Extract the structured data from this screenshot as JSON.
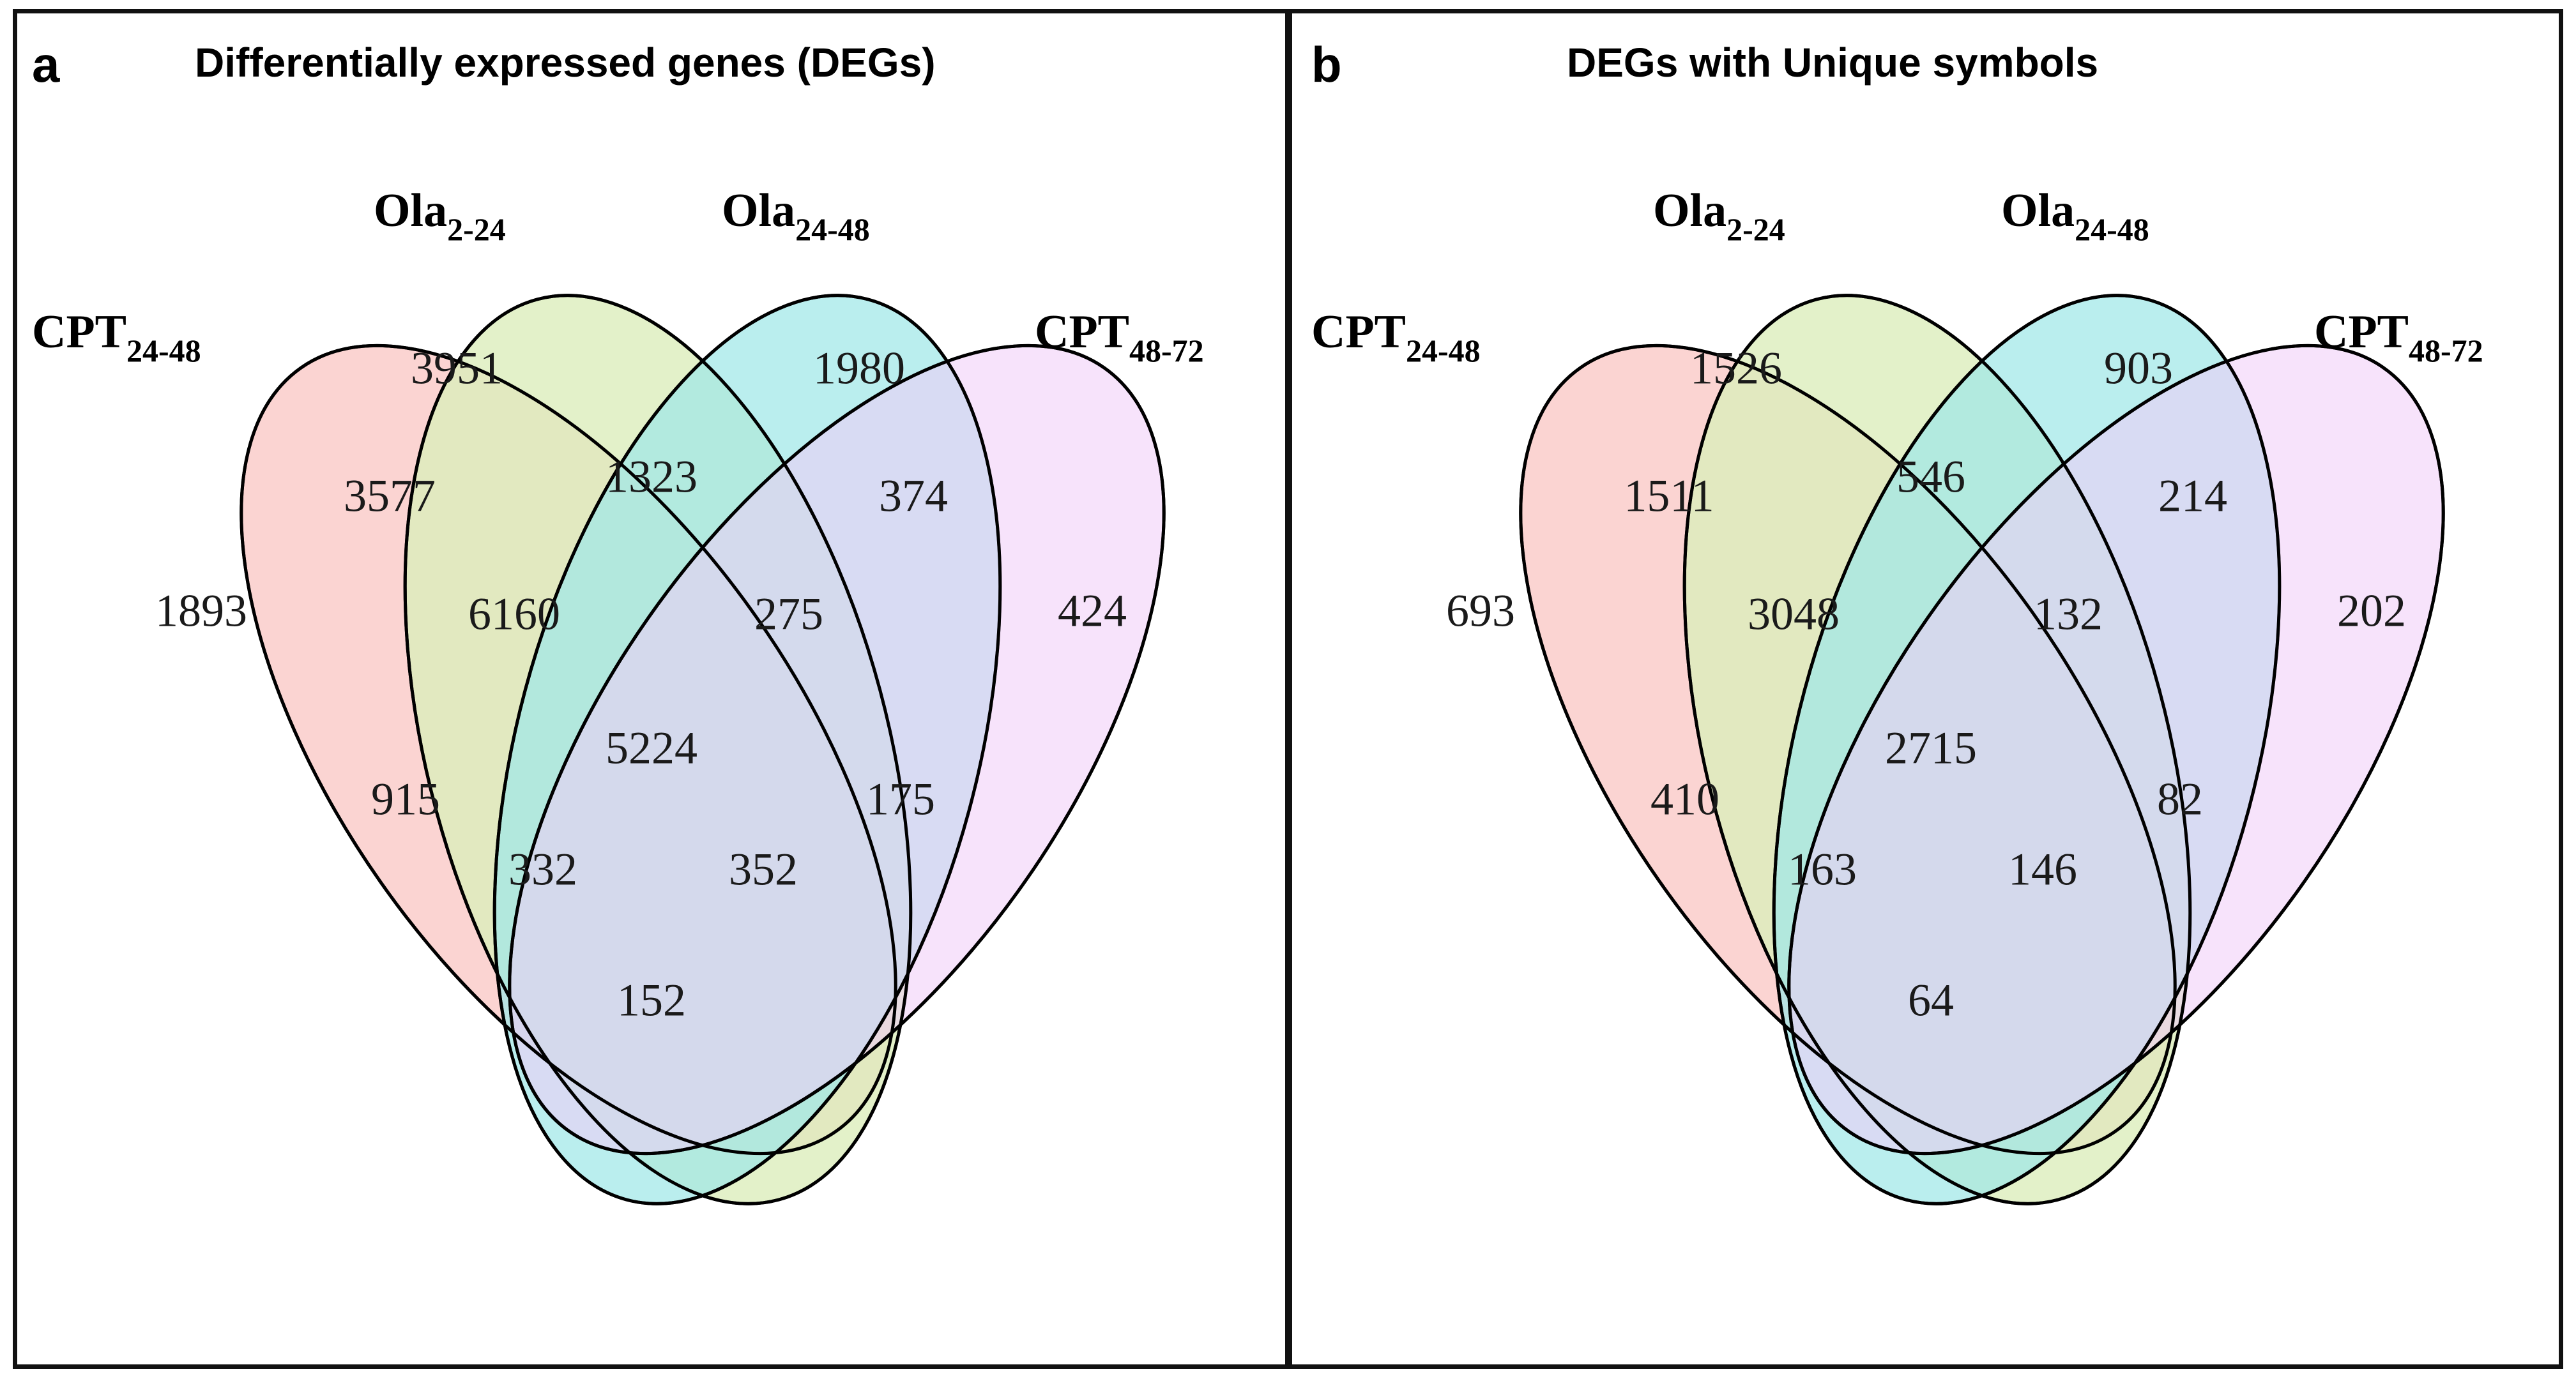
{
  "figure": {
    "background": "#ffffff",
    "frame_color": "#111111"
  },
  "panels": [
    {
      "letter": "a",
      "title": "Differentially expressed genes (DEGs)",
      "set_labels": {
        "cpt2448": "CPT",
        "cpt2448_sub": "24-48",
        "ola224": "Ola",
        "ola224_sub": "2-24",
        "ola2448": "Ola",
        "ola2448_sub": "24-48",
        "cpt4872": "CPT",
        "cpt4872_sub": "48-72"
      },
      "counts": {
        "A": "1893",
        "B": "3951",
        "C": "1980",
        "D": "424",
        "AB": "3577",
        "BC": "1323",
        "CD": "374",
        "AC": "915",
        "BD": "175",
        "AD": "152",
        "ABC": "6160",
        "BCD": "275",
        "ABD": "332",
        "ACD": "352",
        "ABCD": "5224"
      }
    },
    {
      "letter": "b",
      "title": "DEGs with Unique symbols",
      "set_labels": {
        "cpt2448": "CPT",
        "cpt2448_sub": "24-48",
        "ola224": "Ola",
        "ola224_sub": "2-24",
        "ola2448": "Ola",
        "ola2448_sub": "24-48",
        "cpt4872": "CPT",
        "cpt4872_sub": "48-72"
      },
      "counts": {
        "A": "693",
        "B": "1526",
        "C": "903",
        "D": "202",
        "AB": "1511",
        "BC": "546",
        "CD": "214",
        "AC": "410",
        "BD": "82",
        "AD": "64",
        "ABC": "3048",
        "BCD": "132",
        "ABD": "163",
        "ACD": "146",
        "ABCD": "2715"
      }
    }
  ],
  "chart_data": {
    "type": "venn",
    "title": "Four-set Venn diagrams of DEGs",
    "sets": [
      "CPT24-48",
      "Ola2-24",
      "Ola24-48",
      "CPT48-72"
    ],
    "set_colors": {
      "CPT24-48": "#FBD4D2",
      "Ola2-24": "#DCEEBB",
      "Ola24-48": "#9FE8E8",
      "CPT48-72": "#F8E4FB"
    },
    "panels": [
      {
        "label": "a",
        "title": "Differentially expressed genes (DEGs)",
        "regions": {
          "CPT24-48 only": 1893,
          "Ola2-24 only": 3951,
          "Ola24-48 only": 1980,
          "CPT48-72 only": 424,
          "CPT24-48 & Ola2-24": 3577,
          "Ola2-24 & Ola24-48": 1323,
          "Ola24-48 & CPT48-72": 374,
          "CPT24-48 & Ola24-48": 915,
          "Ola2-24 & CPT48-72": 175,
          "CPT24-48 & CPT48-72": 152,
          "CPT24-48 & Ola2-24 & Ola24-48": 6160,
          "Ola2-24 & Ola24-48 & CPT48-72": 275,
          "CPT24-48 & Ola2-24 & CPT48-72": 332,
          "CPT24-48 & Ola24-48 & CPT48-72": 352,
          "all four": 5224
        }
      },
      {
        "label": "b",
        "title": "DEGs with Unique symbols",
        "regions": {
          "CPT24-48 only": 693,
          "Ola2-24 only": 1526,
          "Ola24-48 only": 903,
          "CPT48-72 only": 202,
          "CPT24-48 & Ola2-24": 1511,
          "Ola2-24 & Ola24-48": 546,
          "Ola24-48 & CPT48-72": 214,
          "CPT24-48 & Ola24-48": 410,
          "Ola2-24 & CPT48-72": 82,
          "CPT24-48 & CPT48-72": 64,
          "CPT24-48 & Ola2-24 & Ola24-48": 3048,
          "Ola2-24 & Ola24-48 & CPT48-72": 132,
          "CPT24-48 & Ola2-24 & CPT48-72": 163,
          "CPT24-48 & Ola24-48 & CPT48-72": 146,
          "all four": 2715
        }
      }
    ]
  }
}
